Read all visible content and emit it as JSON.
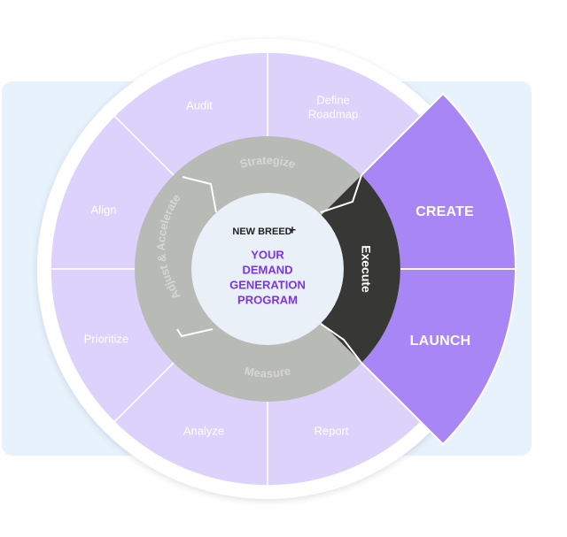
{
  "outer_segments": {
    "audit": "Audit",
    "define_roadmap": [
      "Define",
      "Roadmap"
    ],
    "align": "Align",
    "prioritize": "Prioritize",
    "analyze": "Analyze",
    "report": "Report"
  },
  "highlight_segments": {
    "create": "CREATE",
    "launch": "LAUNCH"
  },
  "phases": {
    "strategize": "Strategize",
    "adjust": "Adjust & Accelerate",
    "measure": "Measure",
    "execute": "Execute"
  },
  "center": {
    "brand": "NEW BREED",
    "brand_mark": "+",
    "lines": [
      "YOUR",
      "DEMAND",
      "GENERATION",
      "PROGRAM"
    ]
  },
  "colors": {
    "outer_purple": "#ddd2fb",
    "highlight_purple": "#a986f6",
    "phase_gray": "#b8bab5",
    "execute_dark": "#373836",
    "center_fill": "#e9f0f8",
    "center_text": "#7b35e8",
    "background_panel": "#e7f2fd"
  }
}
